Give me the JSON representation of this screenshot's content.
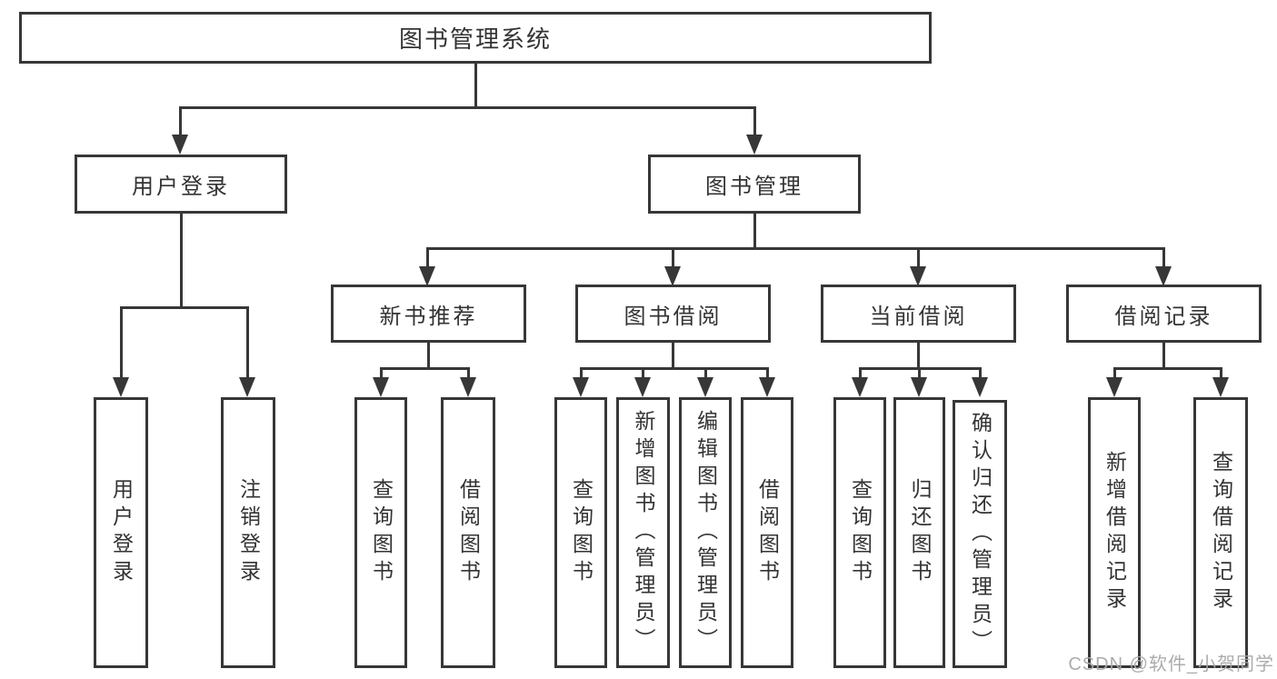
{
  "watermark": "CSDN @软件_小贺同学",
  "colors": {
    "line": "#373737",
    "text": "#333333",
    "watermark": "#a8a8a8",
    "background": "#ffffff"
  },
  "chart_type": "tree-diagram",
  "tree": {
    "label": "图书管理系统",
    "children": [
      {
        "label": "用户登录",
        "children": [
          {
            "label": "用户登录"
          },
          {
            "label": "注销登录"
          }
        ]
      },
      {
        "label": "图书管理",
        "children": [
          {
            "label": "新书推荐",
            "children": [
              {
                "label": "查询图书"
              },
              {
                "label": "借阅图书"
              }
            ]
          },
          {
            "label": "图书借阅",
            "children": [
              {
                "label": "查询图书"
              },
              {
                "label": "新增图书（管理员）"
              },
              {
                "label": "编辑图书（管理员）"
              },
              {
                "label": "借阅图书"
              }
            ]
          },
          {
            "label": "当前借阅",
            "children": [
              {
                "label": "查询图书"
              },
              {
                "label": "归还图书"
              },
              {
                "label": "确认归还（管理员）"
              }
            ]
          },
          {
            "label": "借阅记录",
            "children": [
              {
                "label": "新增借阅记录"
              },
              {
                "label": "查询借阅记录"
              }
            ]
          }
        ]
      }
    ]
  }
}
